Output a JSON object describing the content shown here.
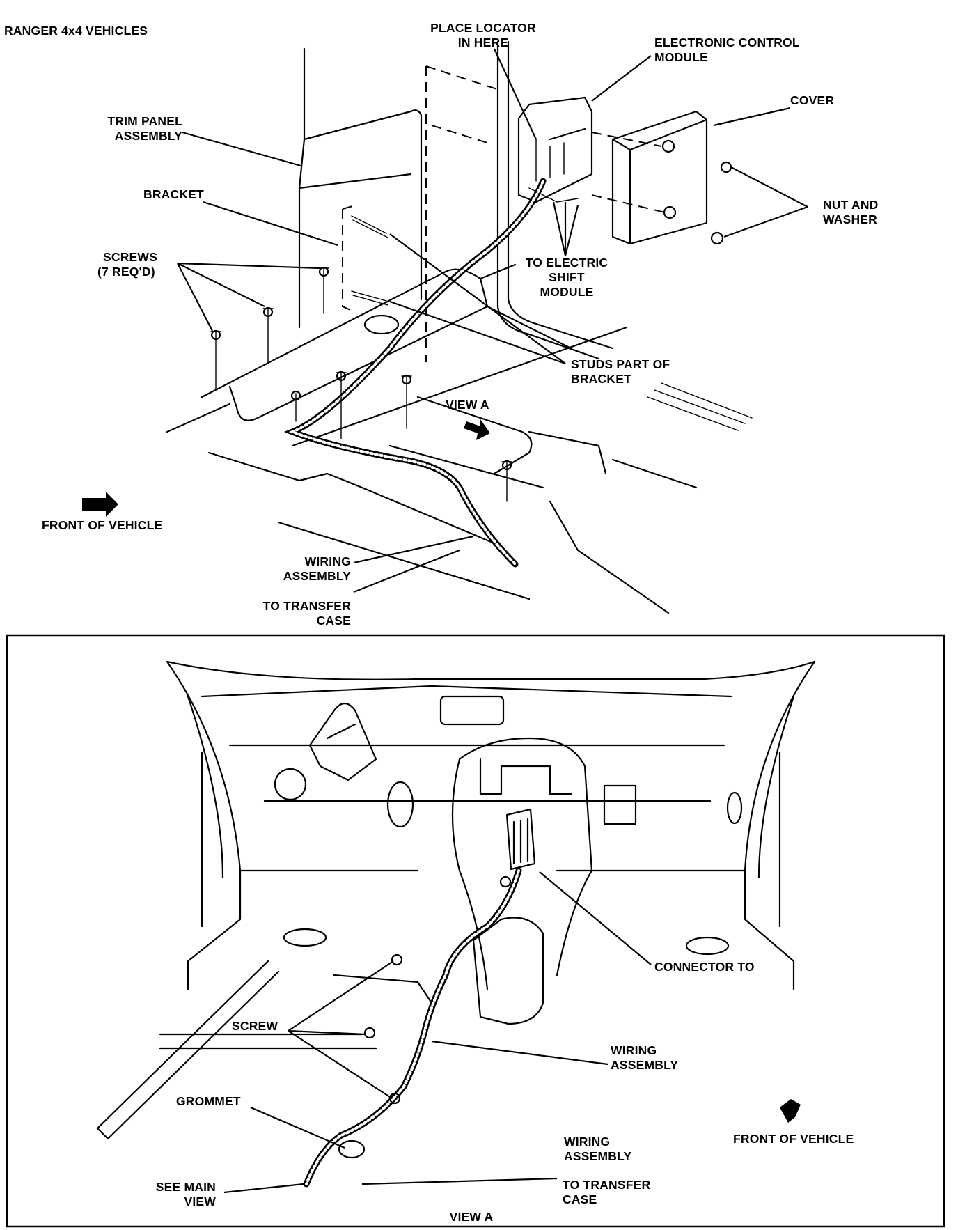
{
  "top_view": {
    "title": "RANGER 4x4 VEHICLES",
    "labels": {
      "place_locator_1": "PLACE LOCATOR",
      "place_locator_2": "IN HERE",
      "ecm_1": "ELECTRONIC CONTROL",
      "ecm_2": "MODULE",
      "cover": "COVER",
      "trim_panel_1": "TRIM PANEL",
      "trim_panel_2": "ASSEMBLY",
      "bracket": "BRACKET",
      "nut_washer_1": "NUT AND",
      "nut_washer_2": "WASHER",
      "screws_1": "SCREWS",
      "screws_2": "(7 REQ'D)",
      "to_esm_1": "TO ELECTRIC",
      "to_esm_2": "SHIFT",
      "to_esm_3": "MODULE",
      "studs_1": "STUDS PART OF",
      "studs_2": "BRACKET",
      "view_a": "VIEW A",
      "front_1": "FRONT OF VEHICLE",
      "wiring_1": "WIRING",
      "wiring_2": "ASSEMBLY",
      "transfer_1": "TO TRANSFER",
      "transfer_2": "CASE"
    }
  },
  "view_a": {
    "labels": {
      "connector_to": "CONNECTOR TO",
      "screw": "SCREW",
      "wiring_1": "WIRING",
      "wiring_2": "ASSEMBLY",
      "grommet": "GROMMET",
      "front_1": "FRONT OF VEHICLE",
      "wiring2_1": "WIRING",
      "wiring2_2": "ASSEMBLY",
      "see_main_1": "SEE MAIN",
      "see_main_2": "VIEW",
      "transfer_1": "TO TRANSFER",
      "transfer_2": "CASE",
      "caption": "VIEW A"
    }
  },
  "colors": {
    "ink": "#000000",
    "paper": "#ffffff"
  }
}
